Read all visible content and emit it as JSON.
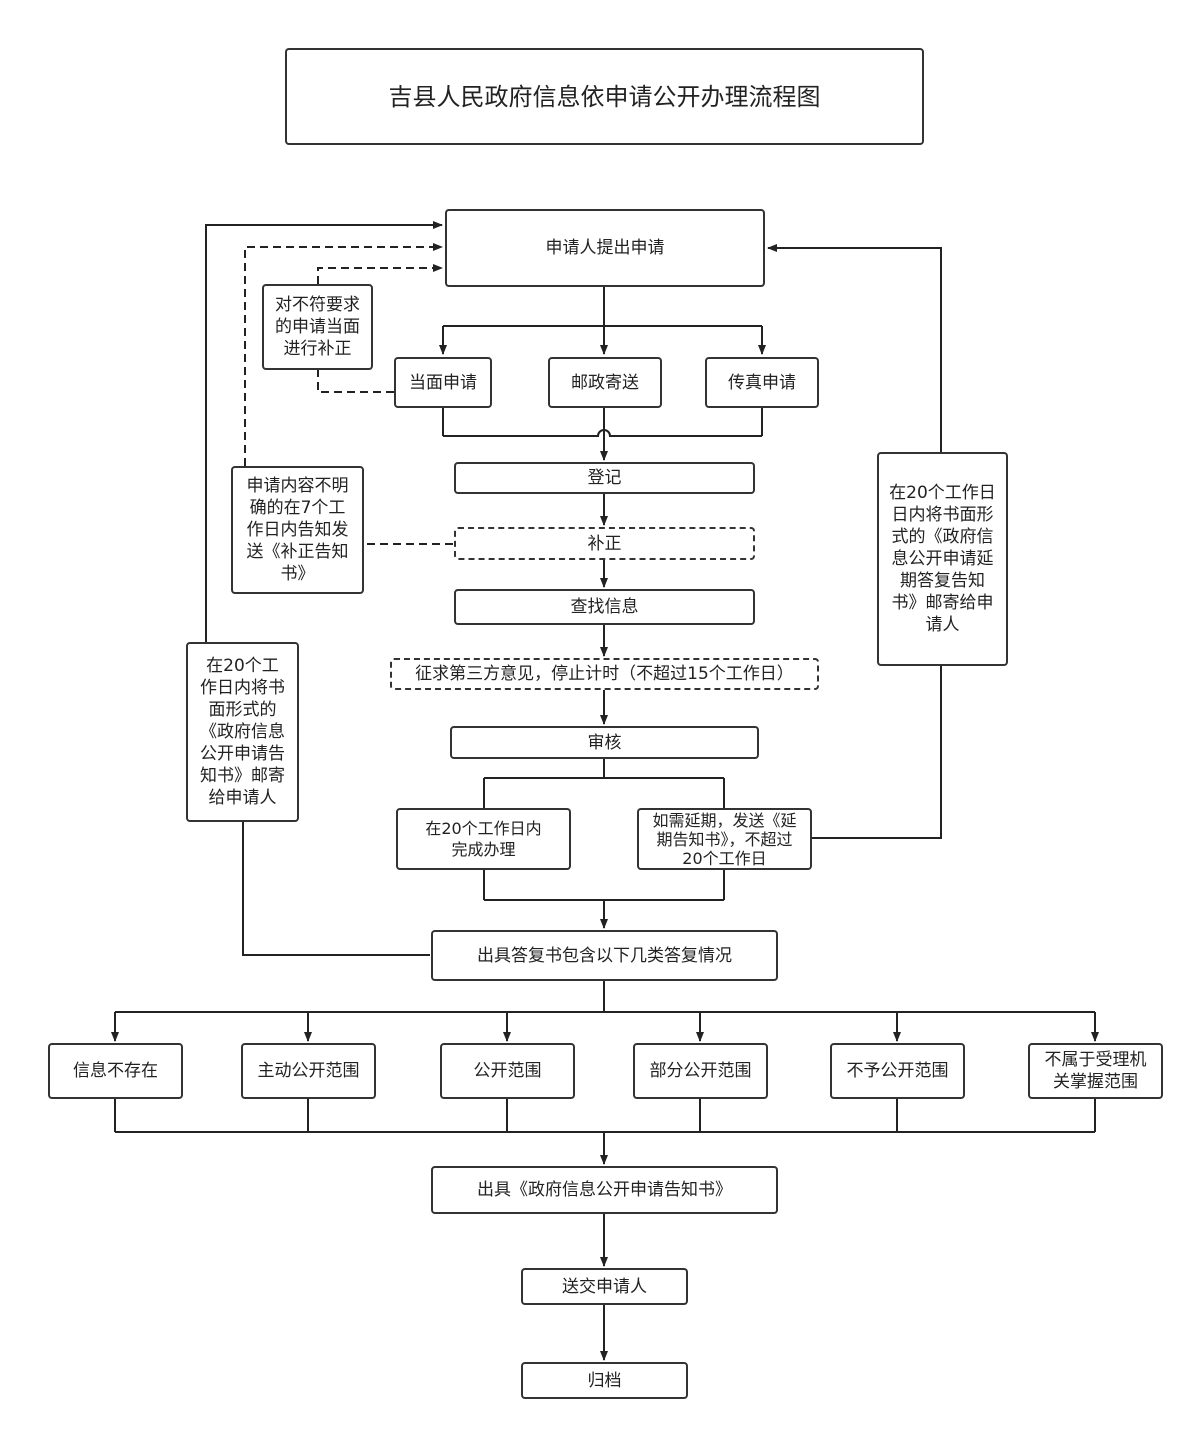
{
  "title": "吉县人民政府信息依申请公开办理流程图",
  "nodes": {
    "apply": "申请人提出申请",
    "in_person": "当面申请",
    "postal": "邮政寄送",
    "fax": "传真申请",
    "register": "登记",
    "correct": "补正",
    "search": "查找信息",
    "third_party": "征求第三方意见，停止计时（不超过15个工作日）",
    "review": "审核",
    "complete20": "在20个工作日内\n完成办理",
    "extend": "如需延期，发送《延\n期告知书》，不超过\n20个工作日",
    "reply_doc": "出具答复书包含以下几类答复情况",
    "notice_doc": "出具《政府信息公开申请告知书》",
    "deliver": "送交申请人",
    "archive": "归档"
  },
  "side_notes": {
    "correct_in_person": "对不符要求\n的申请当面\n进行补正",
    "unclear_content": "申请内容不明\n确的在7个工\n作日内告知发\n送《补正告知\n书》",
    "left_notice": "在20个工\n作日内将书\n面形式的\n《政府信息\n公开申请告\n知书》邮寄\n给申请人",
    "right_notice": "在20个工作日\n日内将书面形\n式的《政府信\n息公开申请延\n期答复告知\n书》邮寄给申\n请人"
  },
  "reply_types": [
    "信息不存在",
    "主动公开范围",
    "公开范围",
    "部分公开范围",
    "不予公开范围",
    "不属于受理机\n关掌握范围"
  ]
}
